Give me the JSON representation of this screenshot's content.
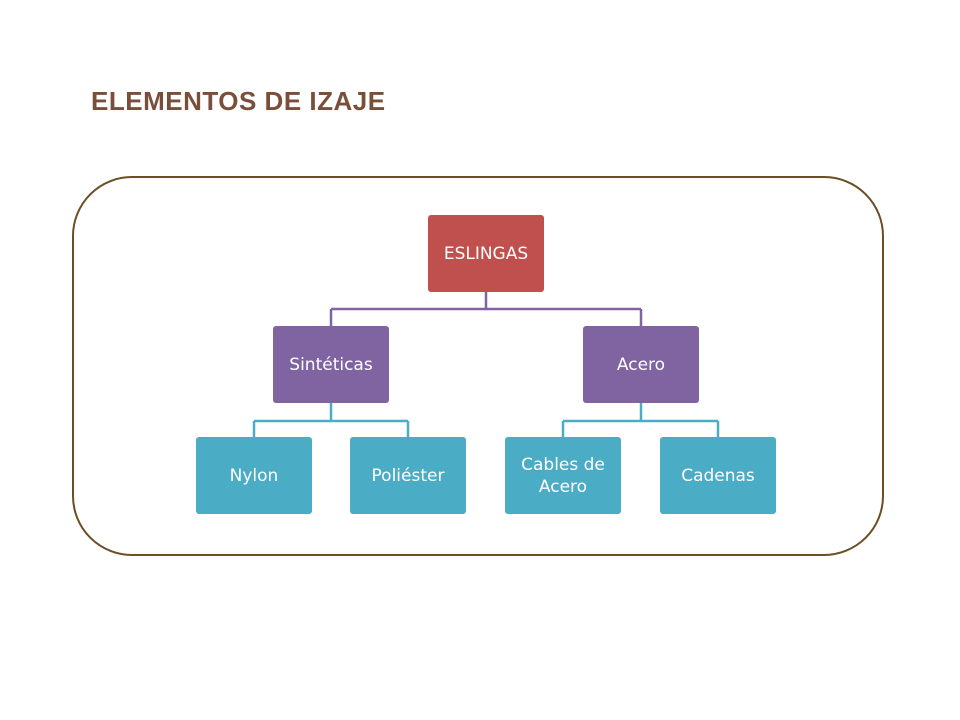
{
  "title": "ELEMENTOS DE IZAJE",
  "tree": {
    "root": "ESLINGAS",
    "branches": [
      {
        "label": "Sintéticas",
        "children": [
          "Nylon",
          "Poliéster"
        ]
      },
      {
        "label": "Acero",
        "children": [
          "Cables de Acero",
          "Cadenas"
        ]
      }
    ]
  },
  "colors": {
    "title": "#7a4f3a",
    "frame": "#6b4e24",
    "root_fill": "#c0504d",
    "branch_fill": "#8064a2",
    "branch_connector": "#8064a2",
    "leaf_fill": "#4bacc6",
    "leaf_connector": "#4bacc6"
  }
}
